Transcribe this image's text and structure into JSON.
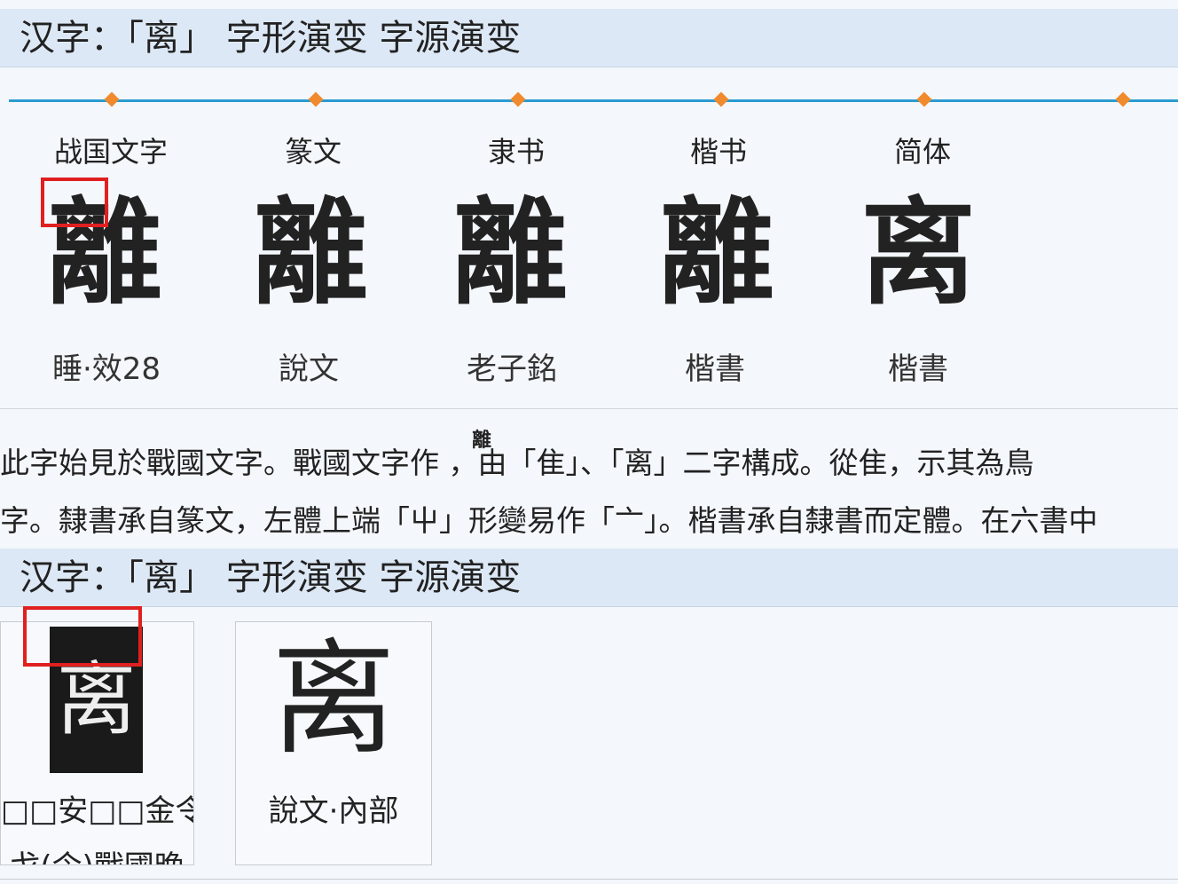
{
  "header1": "汉字：「离」 字形演变 字源演变",
  "timeline": [
    {
      "label": "战国文字",
      "glyph": "離",
      "caption": "睡·效28"
    },
    {
      "label": "篆文",
      "glyph": "離",
      "caption": "說文"
    },
    {
      "label": "隶书",
      "glyph": "離",
      "caption": "老子銘"
    },
    {
      "label": "楷书",
      "glyph": "離",
      "caption": "楷書"
    },
    {
      "label": "简体",
      "glyph": "离",
      "caption": "楷書"
    }
  ],
  "paragraph": {
    "line1": "此字始見於戰國文字。戰國文字作 ，由「隹」、「离」二字構成。從隹，示其為鳥",
    "line1_inline_glyph": "離",
    "line2": "字。隸書承自篆文，左體上端「屮」形變易作「亠」。楷書承自隸書而定體。在六書中"
  },
  "header2": "汉字：「离」 字形演变 字源演变",
  "cards": [
    {
      "glyph": "离",
      "caption": "□□安□□金令",
      "caption2": "戈(令)戰國晚"
    },
    {
      "glyph": "离",
      "caption": "說文·內部"
    }
  ]
}
